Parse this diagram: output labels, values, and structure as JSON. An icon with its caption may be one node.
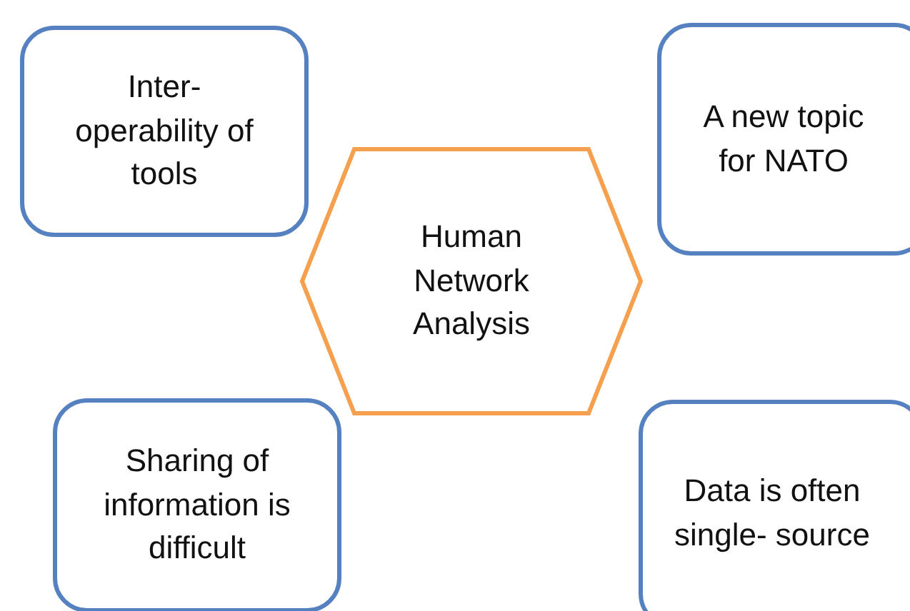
{
  "diagram": {
    "nodes": [
      {
        "text": [
          "Inter- operability of tools"
        ]
      },
      {
        "text": [
          "A new topic for NATO"
        ]
      },
      {
        "text": [
          "Human Network Analysis"
        ]
      },
      {
        "text": [
          "Sharing of information is difficult"
        ]
      },
      {
        "text": [
          "Data is often single- source"
        ]
      }
    ]
  }
}
